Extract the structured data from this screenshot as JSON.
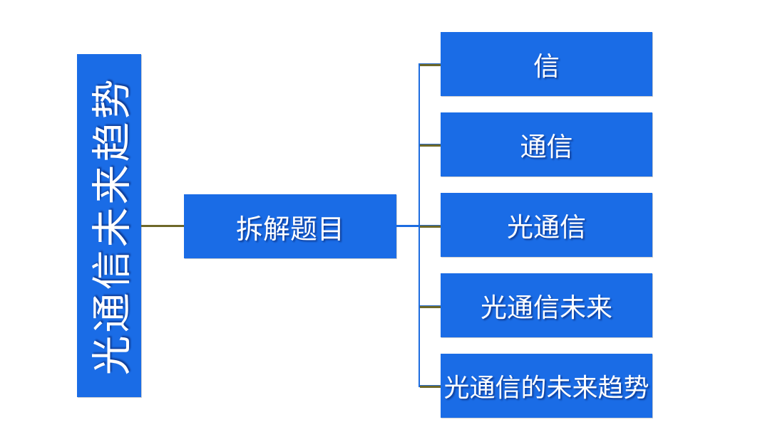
{
  "diagram": {
    "type": "mindmap-tree",
    "root": {
      "label": "光通信未来趋势",
      "orientation": "vertical"
    },
    "middle": {
      "label": "拆解题目"
    },
    "children": [
      {
        "label": "信"
      },
      {
        "label": "通信"
      },
      {
        "label": "光通信"
      },
      {
        "label": "光通信未来"
      },
      {
        "label": "光通信的未来趋势"
      }
    ],
    "colors": {
      "node_fill": "#1a6ce6",
      "node_text": "#ffffff",
      "connector_dark": "#6e6828",
      "connector_blue": "#1c6ce0",
      "background": "#ffffff"
    }
  }
}
